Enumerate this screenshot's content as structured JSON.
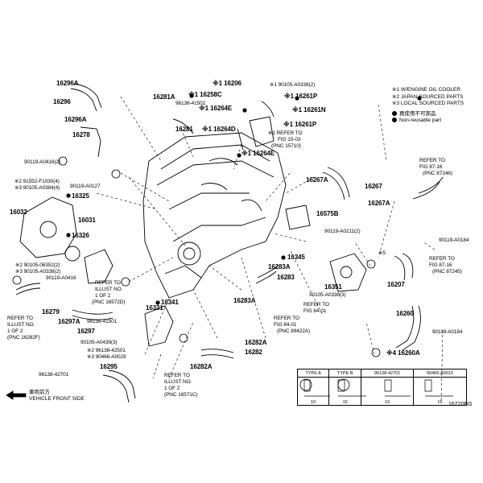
{
  "notes": {
    "lines": [
      "※1 W/ENGINE OIL COOLER",
      "※2 JAPAN SOURCED PARTS",
      "※3 LOCAL SOURCED PARTS",
      "再使用不可部品",
      "Non-reusable part"
    ]
  },
  "front": {
    "jp": "車両前方",
    "en": "VEHICLE FRONT SIDE"
  },
  "figure_number": "16720BG",
  "type_table": {
    "type_a": "TYPE A",
    "type_b": "TYPE B",
    "part1": "96138-42701",
    "part2": "90466-A0015",
    "dims": [
      "10",
      "15",
      "10",
      "15"
    ]
  },
  "labels": [
    {
      "id": "16296A_top",
      "text": "16296A",
      "bold": true
    },
    {
      "id": "16296",
      "text": "16296",
      "bold": true
    },
    {
      "id": "16296A_mid",
      "text": "16296A",
      "bold": true
    },
    {
      "id": "16278",
      "text": "16278",
      "bold": true
    },
    {
      "id": "90119A0416_2",
      "text": "90119-A0416(2)"
    },
    {
      "id": "91552F1030",
      "text": "※2 91552-F1030(4)"
    },
    {
      "id": "90105A0384",
      "text": "※3 90105-A0384(4)"
    },
    {
      "id": "90119A0127",
      "text": "90119-A0127"
    },
    {
      "id": "16325",
      "text": "16325",
      "bold": true
    },
    {
      "id": "16032",
      "text": "16032",
      "bold": true
    },
    {
      "id": "16031",
      "text": "16031",
      "bold": true
    },
    {
      "id": "16326",
      "text": "16326",
      "bold": true
    },
    {
      "id": "90105_06352",
      "text": "※2 90105-06352(2)"
    },
    {
      "id": "90105A0338_2",
      "text": "※3 90105-A0338(2)"
    },
    {
      "id": "90119A0416",
      "text": "90119-A0416"
    },
    {
      "id": "16279",
      "text": "16279",
      "bold": true
    },
    {
      "id": "16297A",
      "text": "16297A",
      "bold": true
    },
    {
      "id": "96138_41501_a",
      "text": "96138-41501"
    },
    {
      "id": "16297",
      "text": "16297",
      "bold": true
    },
    {
      "id": "ref_illust_left1",
      "text": "REFER TO"
    },
    {
      "id": "ref_illust_left2",
      "text": "ILLUST NO."
    },
    {
      "id": "ref_illust_left3",
      "text": "1 OF 2"
    },
    {
      "id": "ref_illust_left4",
      "text": "(PNC 16282F)"
    },
    {
      "id": "ref_illust_mid1",
      "text": "REFER TO"
    },
    {
      "id": "ref_illust_mid2",
      "text": "ILLUST NO."
    },
    {
      "id": "ref_illust_mid3",
      "text": "1 OF 2"
    },
    {
      "id": "ref_illust_mid4",
      "text": "(PNC 16572D)"
    },
    {
      "id": "16331",
      "text": "16331",
      "bold": true
    },
    {
      "id": "16341",
      "text": "16341",
      "bold": true
    },
    {
      "id": "90105A0439",
      "text": "90105-A0439(3)"
    },
    {
      "id": "96138_42501",
      "text": "※2 96138-42501"
    },
    {
      "id": "90466A0029",
      "text": "※3 90466-A0029"
    },
    {
      "id": "16295",
      "text": "16295",
      "bold": true
    },
    {
      "id": "96138_42701",
      "text": "96138-42701"
    },
    {
      "id": "ref_illust_bot1",
      "text": "REFER TO"
    },
    {
      "id": "ref_illust_bot2",
      "text": "ILLUST NO."
    },
    {
      "id": "ref_illust_bot3",
      "text": "1 OF 2"
    },
    {
      "id": "ref_illust_bot4",
      "text": "(PNC 16571C)"
    },
    {
      "id": "16282A_top",
      "text": "16282A",
      "bold": true
    },
    {
      "id": "16282",
      "text": "16282",
      "bold": true
    },
    {
      "id": "16282A_bot",
      "text": "16282A",
      "bold": true
    },
    {
      "id": "16281A",
      "text": "16281A",
      "bold": true
    },
    {
      "id": "96138_41501_b",
      "text": "96138-41501"
    },
    {
      "id": "16281",
      "text": "16281",
      "bold": true
    },
    {
      "id": "16206",
      "text": "※1 16206",
      "bold": true
    },
    {
      "id": "90105A0338_2b",
      "text": "※1 90105-A0338(2)"
    },
    {
      "id": "16258C",
      "text": "※1 16258C",
      "bold": true
    },
    {
      "id": "16261P_top",
      "text": "※1 16261P",
      "bold": true
    },
    {
      "id": "16264E_top",
      "text": "※1 16264E",
      "bold": true
    },
    {
      "id": "16261N",
      "text": "※1 16261N",
      "bold": true
    },
    {
      "id": "16261P_bot",
      "text": "※1 16261P",
      "bold": true
    },
    {
      "id": "16264D",
      "text": "※1 16264D",
      "bold": true
    },
    {
      "id": "ref_fig15_1",
      "text": "※1 REFER TO"
    },
    {
      "id": "ref_fig15_2",
      "text": "FIG 15-03"
    },
    {
      "id": "ref_fig15_3",
      "text": "(PNC 15710)"
    },
    {
      "id": "16264E_bot",
      "text": "※1 16264E",
      "bold": true
    },
    {
      "id": "16267A_top",
      "text": "16267A",
      "bold": true
    },
    {
      "id": "16267",
      "text": "16267",
      "bold": true
    },
    {
      "id": "16267A_bot",
      "text": "16267A",
      "bold": true
    },
    {
      "id": "16575B",
      "text": "16575B",
      "bold": true
    },
    {
      "id": "90119A0211",
      "text": "90119-A0211(2)"
    },
    {
      "id": "16345",
      "text": "16345",
      "bold": true
    },
    {
      "id": "16283A_top",
      "text": "16283A",
      "bold": true
    },
    {
      "id": "16283",
      "text": "16283",
      "bold": true
    },
    {
      "id": "16283A_bot",
      "text": "16283A",
      "bold": true
    },
    {
      "id": "16351",
      "text": "16351",
      "bold": true
    },
    {
      "id": "90105A0338_3",
      "text": "90105-A0338(3)"
    },
    {
      "id": "ref_fig84a_1",
      "text": "REFER TO"
    },
    {
      "id": "ref_fig84a_2",
      "text": "FIG 84-01"
    },
    {
      "id": "ref_fig84b_1",
      "text": "REFER TO"
    },
    {
      "id": "ref_fig84b_2",
      "text": "FIG 84-01"
    },
    {
      "id": "ref_fig84b_3",
      "text": "(PNC 89422A)"
    },
    {
      "id": "ref_fig87a_1",
      "text": "REFER TO"
    },
    {
      "id": "ref_fig87a_2",
      "text": "FIG 87-16"
    },
    {
      "id": "ref_fig87a_3",
      "text": "(PNC 87246)"
    },
    {
      "id": "90119A0184_top",
      "text": "90119-A0184"
    },
    {
      "id": "ref_fig87b_1",
      "text": "REFER TO"
    },
    {
      "id": "ref_fig87b_2",
      "text": "FIG 87-16"
    },
    {
      "id": "ref_fig87b_3",
      "text": "(PNC 87245)"
    },
    {
      "id": "star5",
      "text": "※5"
    },
    {
      "id": "16207",
      "text": "16207",
      "bold": true
    },
    {
      "id": "16260",
      "text": "16260",
      "bold": true
    },
    {
      "id": "90119A0184_bot",
      "text": "90119-A0184"
    },
    {
      "id": "16260A",
      "text": "※4 16260A",
      "bold": true
    }
  ]
}
